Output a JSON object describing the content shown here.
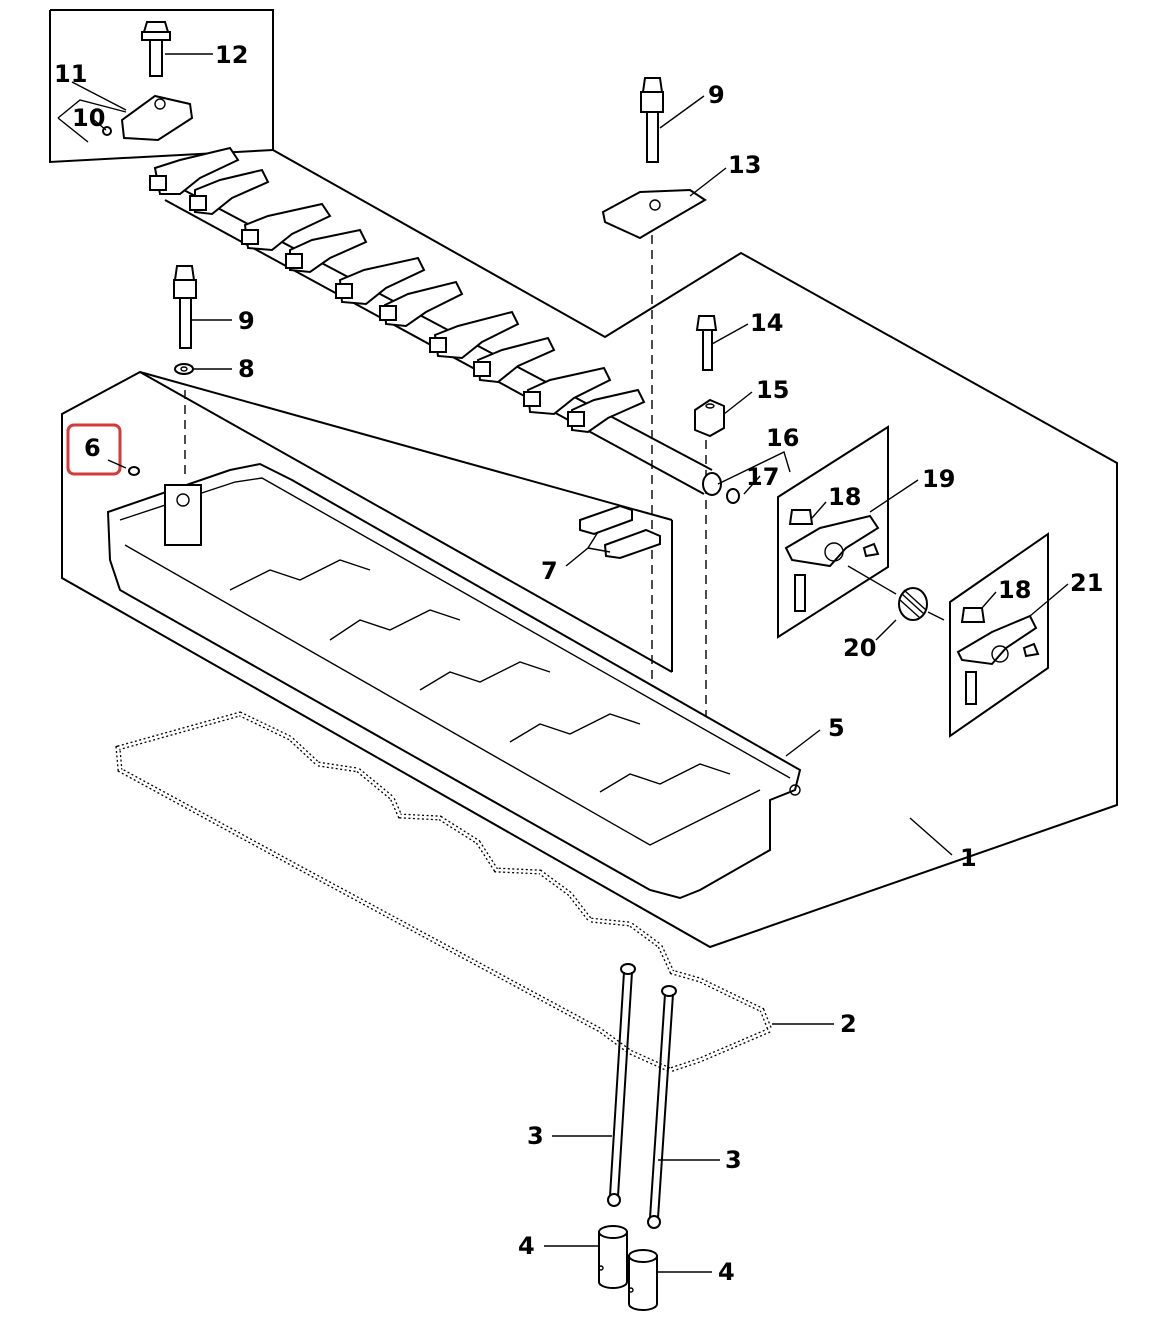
{
  "callouts": {
    "c1": "1",
    "c2": "2",
    "c3a": "3",
    "c3b": "3",
    "c4a": "4",
    "c4b": "4",
    "c5": "5",
    "c6": "6",
    "c7": "7",
    "c8": "8",
    "c9a": "9",
    "c9b": "9",
    "c10": "10",
    "c11": "11",
    "c12": "12",
    "c13": "13",
    "c14": "14",
    "c15": "15",
    "c16": "16",
    "c17": "17",
    "c18a": "18",
    "c18b": "18",
    "c19": "19",
    "c20": "20",
    "c21": "21"
  },
  "highlight": {
    "part": "6",
    "color": "#d33a3a"
  }
}
